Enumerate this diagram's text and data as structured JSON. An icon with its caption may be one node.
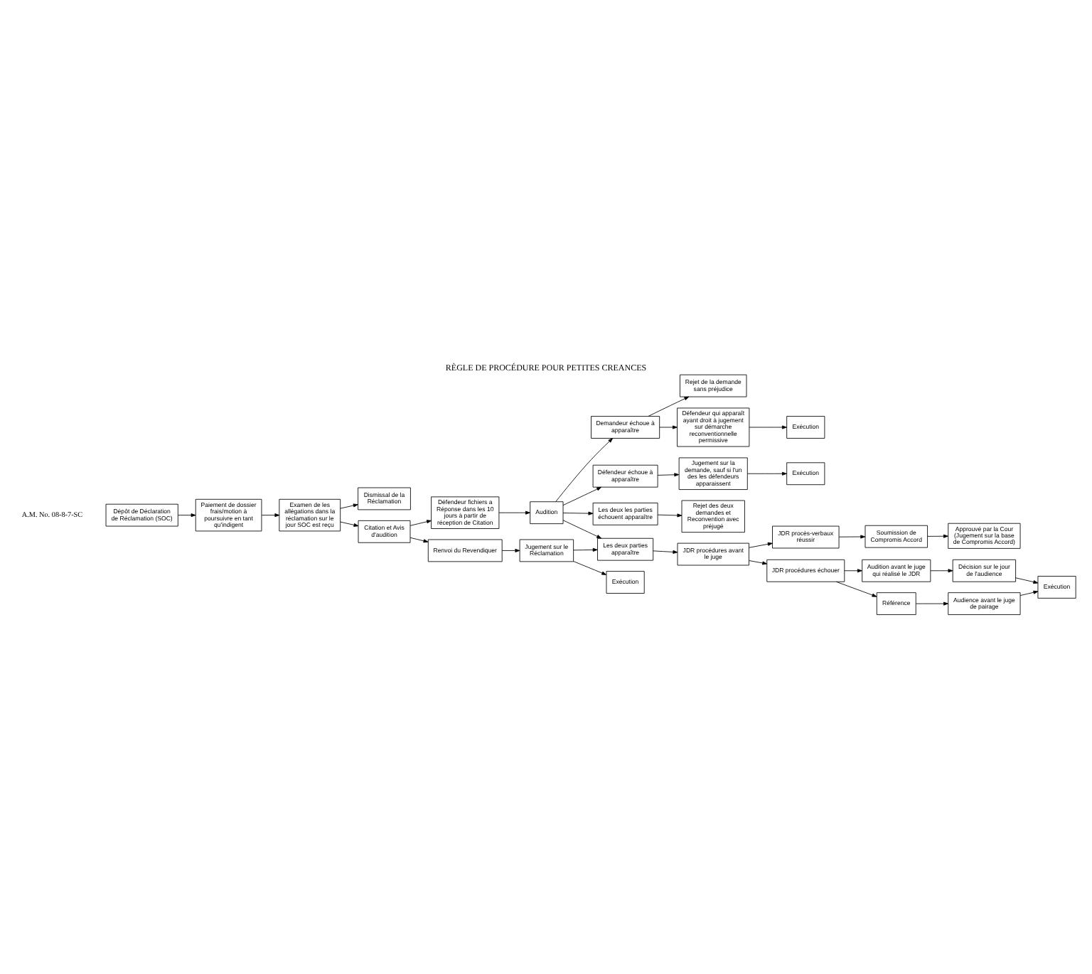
{
  "diagram": {
    "title": "RÈGLE DE PROCÉDURE POUR PETITES CREANCES",
    "nodes": [
      {
        "text": [
          "Dépôt de Déclaration de Réclamation (SOC)"
        ]
      },
      {
        "text": [
          "Paiement de dossier frais/motion à poursuivre en tant qu'indigent"
        ]
      },
      {
        "text": [
          "Examen de les allégations dans la réclamation sur le jour SOC est reçu"
        ]
      },
      {
        "text": [
          "Dismissal de la Réclamation"
        ]
      },
      {
        "text": [
          "Citation et Avis d'audition"
        ]
      },
      {
        "text": [
          "Défendeur fichiers a Réponse dans les 10 jours à partir de réception de Citation"
        ]
      },
      {
        "text": [
          "Renvoi du Revendiquer"
        ]
      },
      {
        "text": [
          "Audition"
        ]
      },
      {
        "text": [
          "Jugement sur le Réclamation"
        ]
      },
      {
        "text": [
          "Exécution"
        ]
      },
      {
        "text": [
          "Demandeur échoue à apparaître"
        ]
      },
      {
        "text": [
          "Rejet de la demande sans préjudice"
        ]
      },
      {
        "text": [
          "Défendeur qui apparaît ayant droit à jugement sur démarche reconventionnelle permissive"
        ]
      },
      {
        "text": [
          "Exécution"
        ]
      },
      {
        "text": [
          "Défendeur échoue à apparaître"
        ]
      },
      {
        "text": [
          "Jugement sur la demande, sauf si l'un des les défendeurs apparaissent"
        ]
      },
      {
        "text": [
          "Exécution"
        ]
      },
      {
        "text": [
          "Les deux les parties échouent apparaître"
        ]
      },
      {
        "text": [
          "Rejet des deux demandes et Reconvention avec préjugé"
        ]
      },
      {
        "text": [
          "Les deux parties apparaître"
        ]
      },
      {
        "text": [
          "Soumission de Compromis Accord"
        ]
      },
      {
        "text": [
          "Approuvé par la Cour (Jugement sur la base de Compromis Accord)"
        ]
      },
      {
        "text": [
          "JDR procès-verbaux réussir"
        ]
      },
      {
        "text": [
          "JDR procédures avant le juge"
        ]
      },
      {
        "text": [
          "Audition avant le juge qui réalisé le JDR"
        ]
      },
      {
        "text": [
          "Décision sur le jour de l'audience"
        ]
      },
      {
        "text": [
          "JDR procédures échouer"
        ]
      },
      {
        "text": [
          "Référence"
        ]
      },
      {
        "text": [
          "Audience avant le juge de pairage"
        ]
      },
      {
        "text": [
          "Exécution"
        ]
      }
    ],
    "edges": [
      {
        "from": 0,
        "to": 1,
        "arrow": "to"
      },
      {
        "from": 1,
        "to": 2,
        "arrow": "to"
      },
      {
        "from": 2,
        "to": 3,
        "arrow": "to"
      },
      {
        "from": 2,
        "to": 4,
        "arrow": "to"
      },
      {
        "from": 4,
        "to": 5,
        "arrow": "to"
      },
      {
        "from": 4,
        "to": 6,
        "arrow": "to"
      },
      {
        "from": 5,
        "to": 7,
        "arrow": "to"
      },
      {
        "from": 6,
        "to": 8,
        "arrow": "to"
      },
      {
        "from": 8,
        "to": 9,
        "arrow": "to"
      },
      {
        "from": 7,
        "to": 10,
        "arrow": "to"
      },
      {
        "from": 7,
        "to": 14,
        "arrow": "to"
      },
      {
        "from": 7,
        "to": 17,
        "arrow": "to"
      },
      {
        "from": 7,
        "to": 19,
        "arrow": "to"
      },
      {
        "from": 8,
        "to": 19,
        "arrow": "to"
      },
      {
        "from": 10,
        "to": 11,
        "arrow": "to"
      },
      {
        "from": 10,
        "to": 12,
        "arrow": "to"
      },
      {
        "from": 12,
        "to": 13,
        "arrow": "to"
      },
      {
        "from": 14,
        "to": 15,
        "arrow": "to"
      },
      {
        "from": 15,
        "to": 16,
        "arrow": "to"
      },
      {
        "from": 17,
        "to": 18,
        "arrow": "to"
      },
      {
        "from": 19,
        "to": 23,
        "arrow": "to"
      },
      {
        "from": 23,
        "to": 22,
        "arrow": "to"
      },
      {
        "from": 23,
        "to": 26,
        "arrow": "to"
      },
      {
        "from": 22,
        "to": 20,
        "arrow": "to"
      },
      {
        "from": 20,
        "to": 21,
        "arrow": "to"
      },
      {
        "from": 26,
        "to": 24,
        "arrow": "to"
      },
      {
        "from": 24,
        "to": 25,
        "arrow": "to"
      },
      {
        "from": 25,
        "to": 29,
        "arrow": "to"
      },
      {
        "from": 26,
        "to": 27,
        "arrow": "to"
      },
      {
        "from": 27,
        "to": 28,
        "arrow": "to"
      },
      {
        "from": 28,
        "to": 29,
        "arrow": "to"
      }
    ],
    "labels": [
      "A.M. No. 08-8-7-SC"
    ]
  }
}
